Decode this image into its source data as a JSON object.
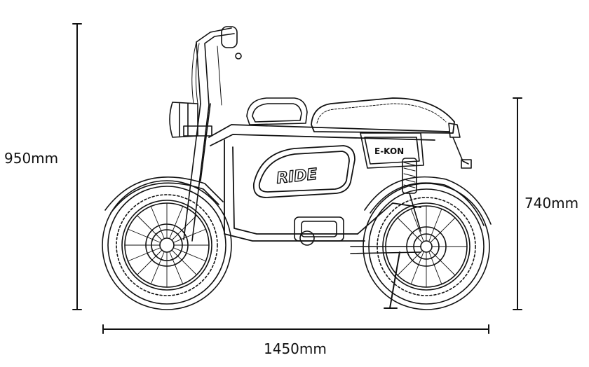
{
  "dimensions": {
    "overall_height": "950mm",
    "seat_height": "740mm",
    "overall_length": "1450mm"
  },
  "bike": {
    "tank_text": "RIDE",
    "panel_text": "E-KON"
  },
  "colors": {
    "line": "#111111",
    "background": "#ffffff"
  }
}
